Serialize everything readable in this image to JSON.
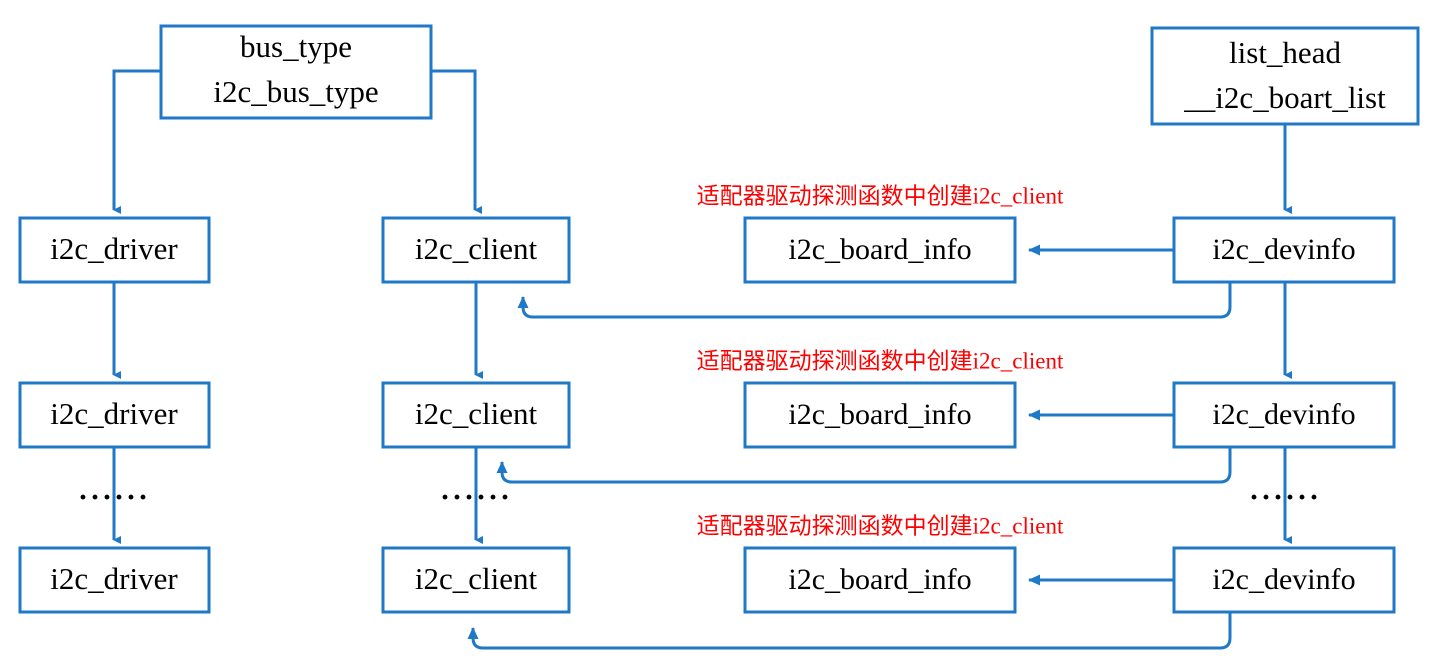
{
  "diagram": {
    "title": "i2c driver/client/board_info structure relationship",
    "colors": {
      "box_stroke": "#2079c7",
      "connector": "#2079c7",
      "annotation": "#ff0000",
      "text": "#000000",
      "background": "#ffffff"
    },
    "nodes": {
      "bus_type": {
        "line1": "bus_type",
        "line2": "i2c_bus_type"
      },
      "list_head": {
        "line1": "list_head",
        "line2": "__i2c_boart_list"
      },
      "drivers": [
        {
          "label": "i2c_driver"
        },
        {
          "label": "i2c_driver"
        },
        {
          "label": "i2c_driver"
        }
      ],
      "clients": [
        {
          "label": "i2c_client"
        },
        {
          "label": "i2c_client"
        },
        {
          "label": "i2c_client"
        }
      ],
      "board_infos": [
        {
          "label": "i2c_board_info"
        },
        {
          "label": "i2c_board_info"
        },
        {
          "label": "i2c_board_info"
        }
      ],
      "devinfos": [
        {
          "label": "i2c_devinfo"
        },
        {
          "label": "i2c_devinfo"
        },
        {
          "label": "i2c_devinfo"
        }
      ]
    },
    "annotations": [
      {
        "text": "适配器驱动探测函数中创建i2c_client"
      },
      {
        "text": "适配器驱动探测函数中创建i2c_client"
      },
      {
        "text": "适配器驱动探测函数中创建i2c_client"
      }
    ],
    "ellipses": [
      {
        "text": "······"
      },
      {
        "text": "······"
      },
      {
        "text": "······"
      }
    ]
  }
}
